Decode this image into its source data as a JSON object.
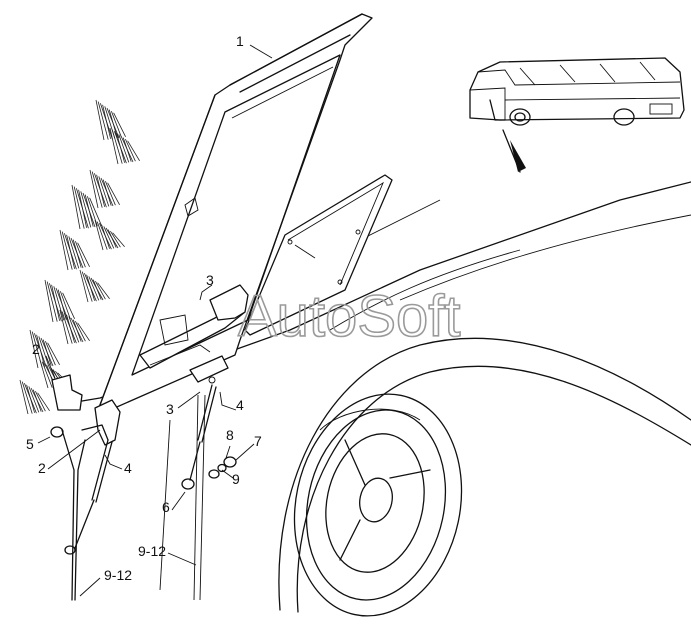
{
  "callouts": {
    "c1": "1",
    "c2_top": "2",
    "c2_bottom": "2",
    "c3_top": "3",
    "c3_bottom": "3",
    "c4_left": "4",
    "c4_right": "4",
    "c5": "5",
    "c6": "6",
    "c7": "7",
    "c8": "8",
    "c9": "9",
    "c9_12_left": "9-12",
    "c9_12_right": "9-12"
  },
  "watermark": "AutoSoft",
  "colors": {
    "line": "#111111",
    "background": "#ffffff",
    "watermark": "#9a9a9a"
  }
}
